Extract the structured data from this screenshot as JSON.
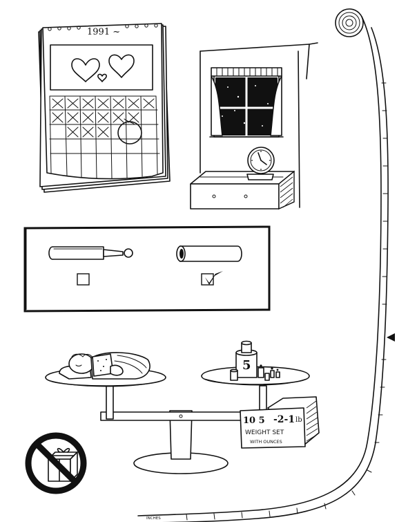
{
  "calendar": {
    "year_label": "1991 ~"
  },
  "scale": {
    "weight_box": {
      "numbers": "-2-1",
      "unit": "lb",
      "line1": "WEIGHT SET",
      "line2": "WITH OUNCES",
      "partial": "10 5"
    },
    "top_weight_label": "5"
  },
  "tape_measure": {
    "end_label": "INCHES"
  },
  "checkbox_panel": {
    "options": [
      {
        "item": "cylinder-with-plug",
        "checked": false
      },
      {
        "item": "plain-cylinder",
        "checked": true
      }
    ]
  },
  "colors": {
    "ink": "#111111",
    "paper": "#ffffff"
  }
}
